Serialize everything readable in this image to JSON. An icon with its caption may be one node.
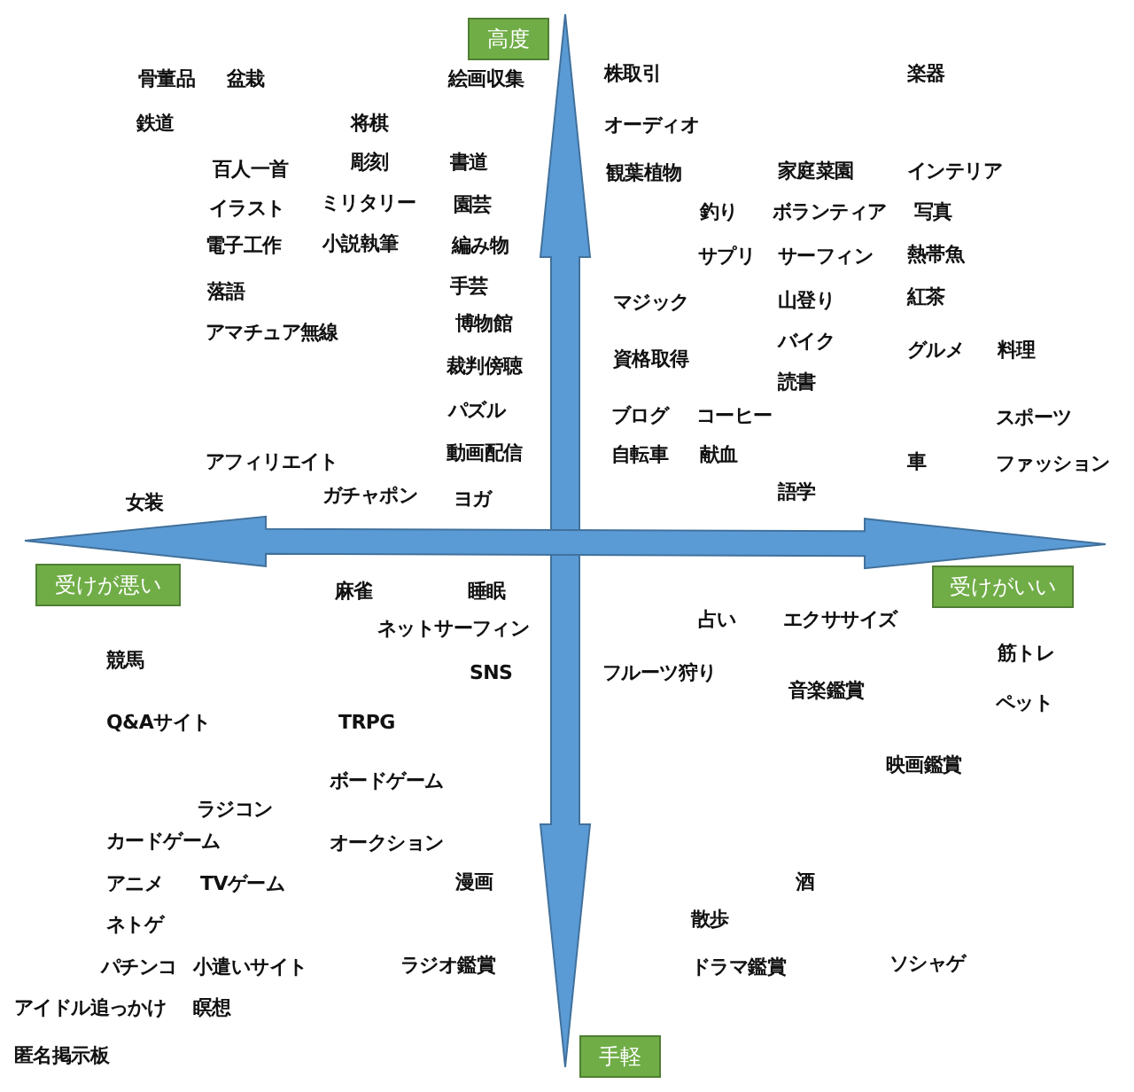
{
  "diagram": {
    "nodes": [
      {
        "text": [
          "高度"
        ]
      },
      {
        "text": [
          "受けが悪い"
        ]
      },
      {
        "text": [
          "受けがいい"
        ]
      },
      {
        "text": [
          "手軽"
        ]
      }
    ],
    "edges": [
      {
        "from": 0,
        "to": 3,
        "arrow": "both"
      },
      {
        "from": 1,
        "to": 2,
        "arrow": "both"
      }
    ],
    "labels": [
      "骨董品",
      "盆栽",
      "絵画収集",
      "株取引",
      "楽器",
      "鉄道",
      "将棋",
      "オーディオ",
      "百人一首",
      "彫刻",
      "書道",
      "観葉植物",
      "家庭菜園",
      "インテリア",
      "イラスト",
      "ミリタリー",
      "園芸",
      "釣り",
      "ボランティア",
      "写真",
      "電子工作",
      "小説執筆",
      "編み物",
      "サプリ",
      "サーフィン",
      "熱帯魚",
      "落語",
      "手芸",
      "マジック",
      "山登り",
      "紅茶",
      "アマチュア無線",
      "博物館",
      "バイク",
      "グルメ",
      "料理",
      "裁判傍聴",
      "資格取得",
      "読書",
      "パズル",
      "ブログ",
      "コーヒー",
      "スポーツ",
      "アフィリエイト",
      "動画配信",
      "自転車",
      "献血",
      "車",
      "ファッション",
      "女装",
      "ガチャポン",
      "ヨガ",
      "語学",
      "麻雀",
      "ネットサーフィン",
      "睡眠",
      "占い",
      "エクササイズ",
      "競馬",
      "SNS",
      "フルーツ狩り",
      "筋トレ",
      "音楽鑑賞",
      "ペット",
      "Q&Aサイト",
      "TRPG",
      "映画鑑賞",
      "ボードゲーム",
      "ラジコン",
      "カードゲーム",
      "オークション",
      "アニメ",
      "TVゲーム",
      "漫画",
      "酒",
      "ネトゲ",
      "散歩",
      "パチンコ",
      "小遣いサイト",
      "ラジオ鑑賞",
      "ドラマ鑑賞",
      "ソシャゲ",
      "アイドル追っかけ",
      "瞑想",
      "匿名掲示板"
    ]
  }
}
